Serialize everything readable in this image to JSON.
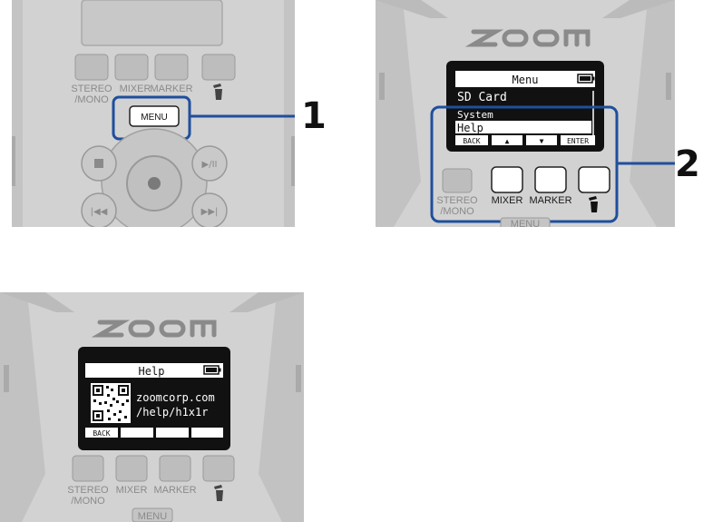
{
  "panel1": {
    "buttons": [
      "STEREO\n/MONO",
      "MIXER",
      "MARKER"
    ],
    "menu_button": "MENU",
    "play_pause": "▶/II",
    "step": "1"
  },
  "panel2": {
    "brand": "ZOOM",
    "screen": {
      "title": "Menu",
      "items": [
        "SD Card",
        "System",
        "Help"
      ],
      "softkeys": [
        "BACK",
        "▲",
        "▼",
        "ENTER"
      ]
    },
    "buttons": [
      "STEREO\n/MONO",
      "MIXER",
      "MARKER"
    ],
    "menu_button": "MENU",
    "step": "2"
  },
  "panel3": {
    "brand": "ZOOM",
    "screen": {
      "title": "Help",
      "line1": "zoomcorp.com",
      "line2": "/help/h1x1r",
      "softkeys": [
        "BACK",
        "",
        "",
        ""
      ]
    },
    "buttons": [
      "STEREO\n/MONO",
      "MIXER",
      "MARKER"
    ],
    "menu_button": "MENU"
  },
  "colors": {
    "body": "#d2d2d2",
    "body_dark": "#b9b9b9",
    "outline": "#9a9a9a",
    "highlight": "#1f4f9c",
    "lcd": "#111111"
  }
}
